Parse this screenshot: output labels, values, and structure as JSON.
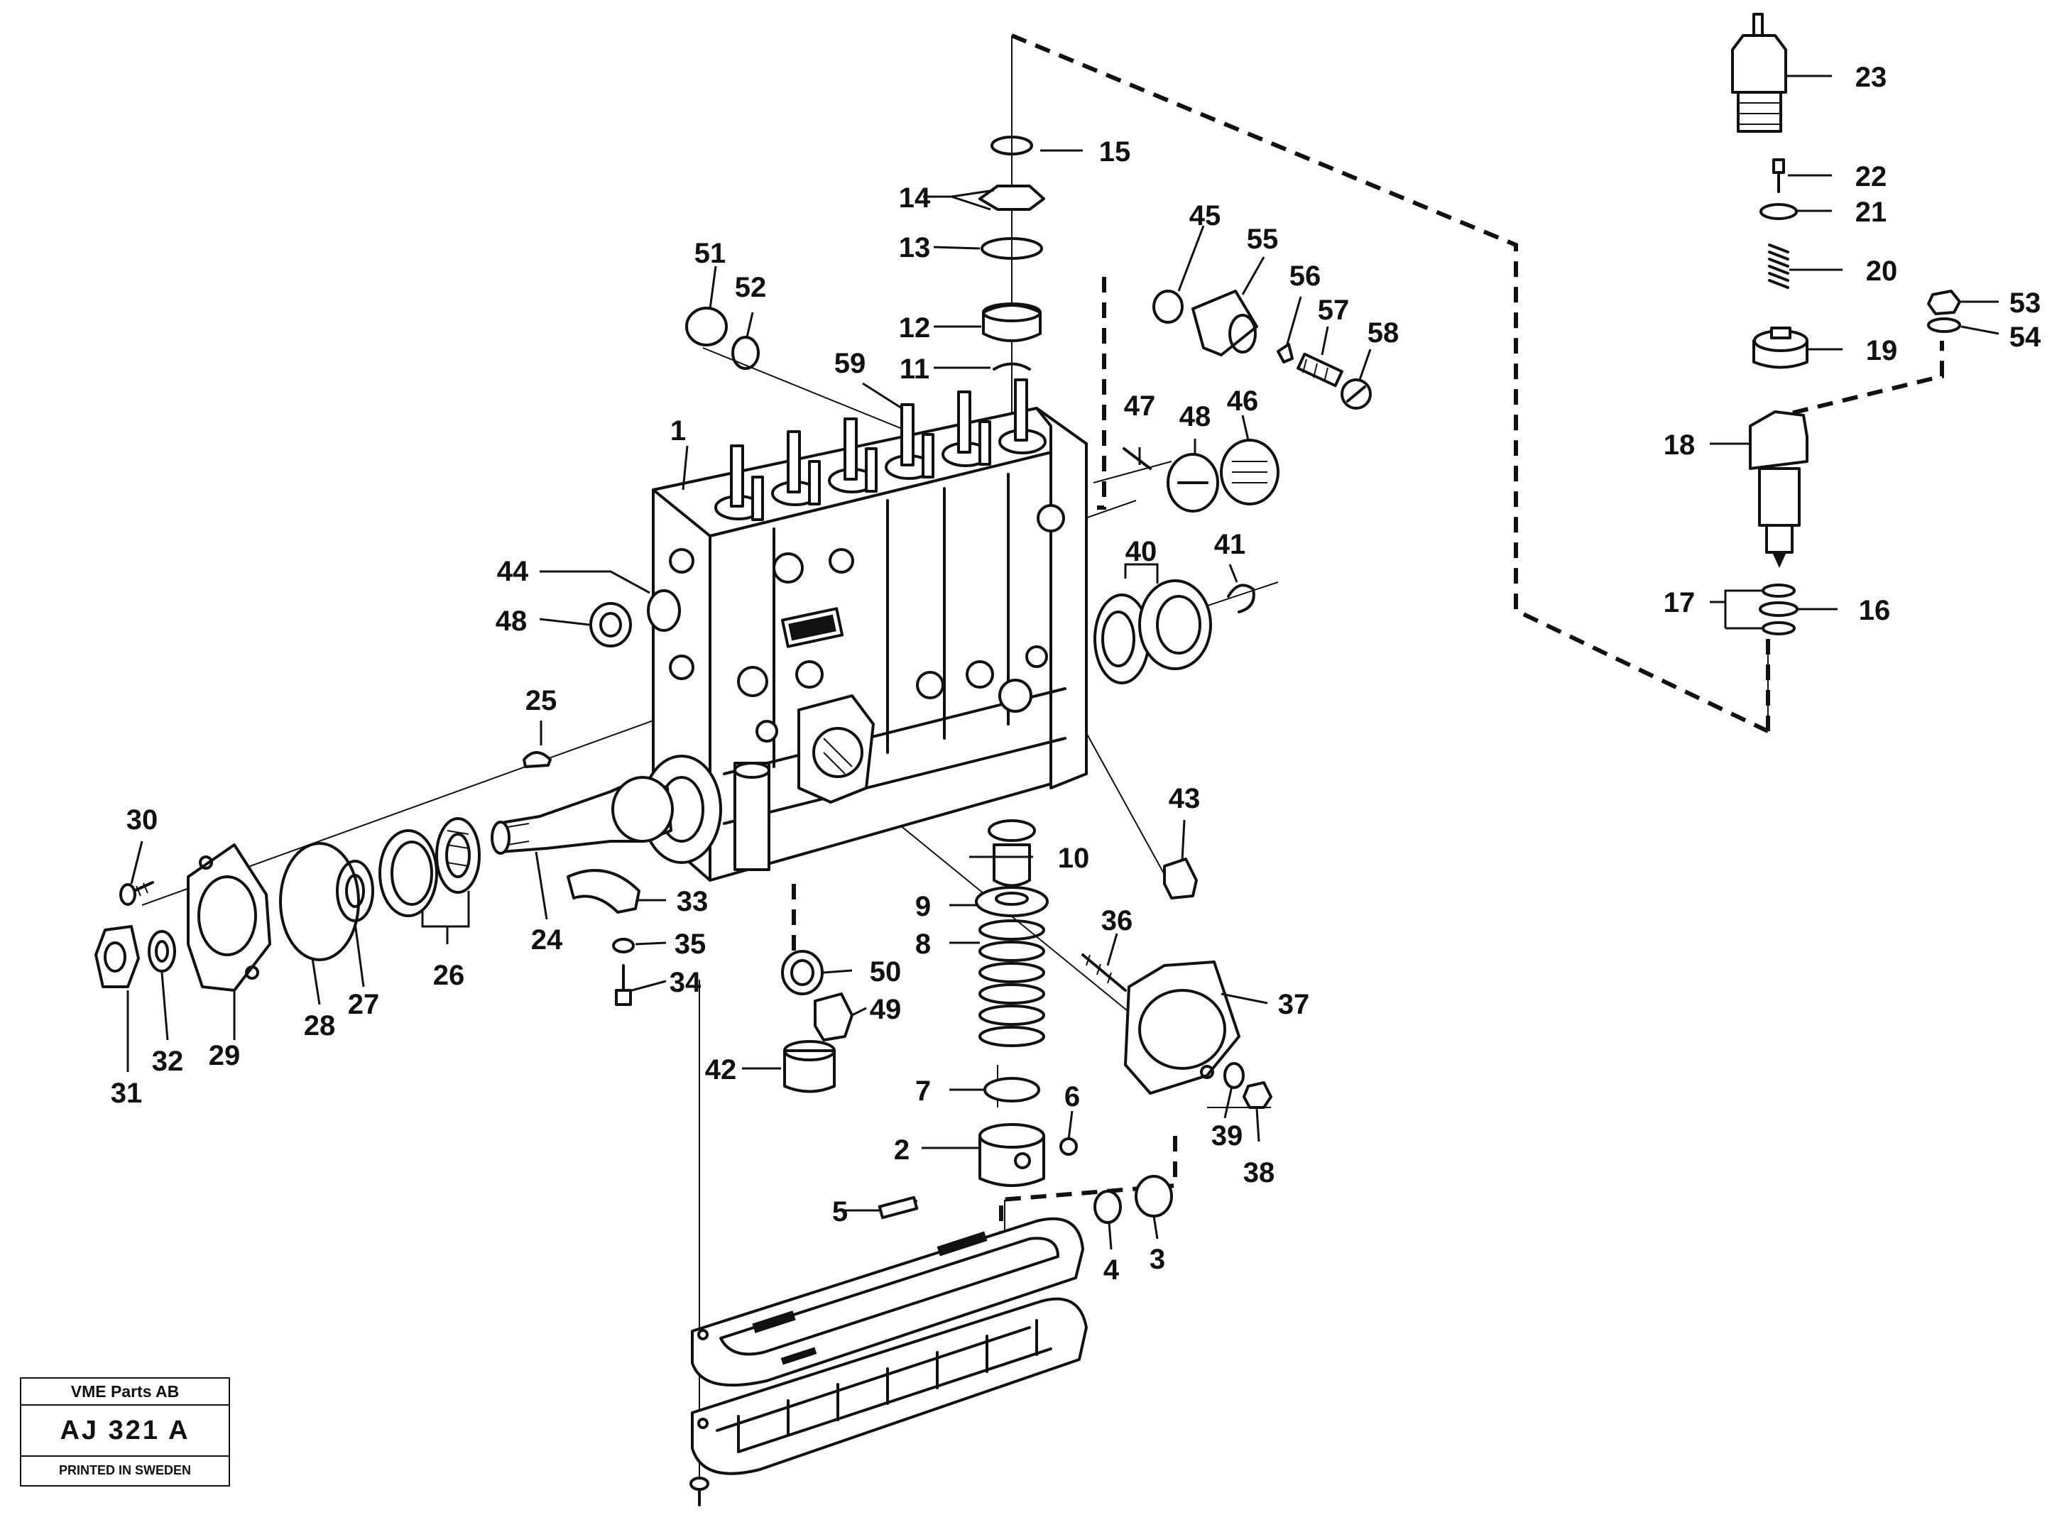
{
  "title_block": {
    "company": "VME Parts AB",
    "code": "AJ 321 A",
    "printed": "PRINTED IN SWEDEN"
  },
  "callouts": [
    "1",
    "2",
    "3",
    "4",
    "5",
    "6",
    "7",
    "8",
    "9",
    "10",
    "11",
    "12",
    "13",
    "14",
    "15",
    "16",
    "17",
    "18",
    "19",
    "20",
    "21",
    "22",
    "23",
    "24",
    "25",
    "26",
    "27",
    "28",
    "29",
    "30",
    "31",
    "32",
    "33",
    "34",
    "35",
    "36",
    "37",
    "38",
    "39",
    "40",
    "41",
    "42",
    "43",
    "44",
    "45",
    "46",
    "47",
    "48",
    "48",
    "49",
    "50",
    "51",
    "52",
    "53",
    "54",
    "55",
    "56",
    "57",
    "58",
    "59"
  ],
  "colors": {
    "ink": "#111111",
    "paper": "#ffffff"
  }
}
